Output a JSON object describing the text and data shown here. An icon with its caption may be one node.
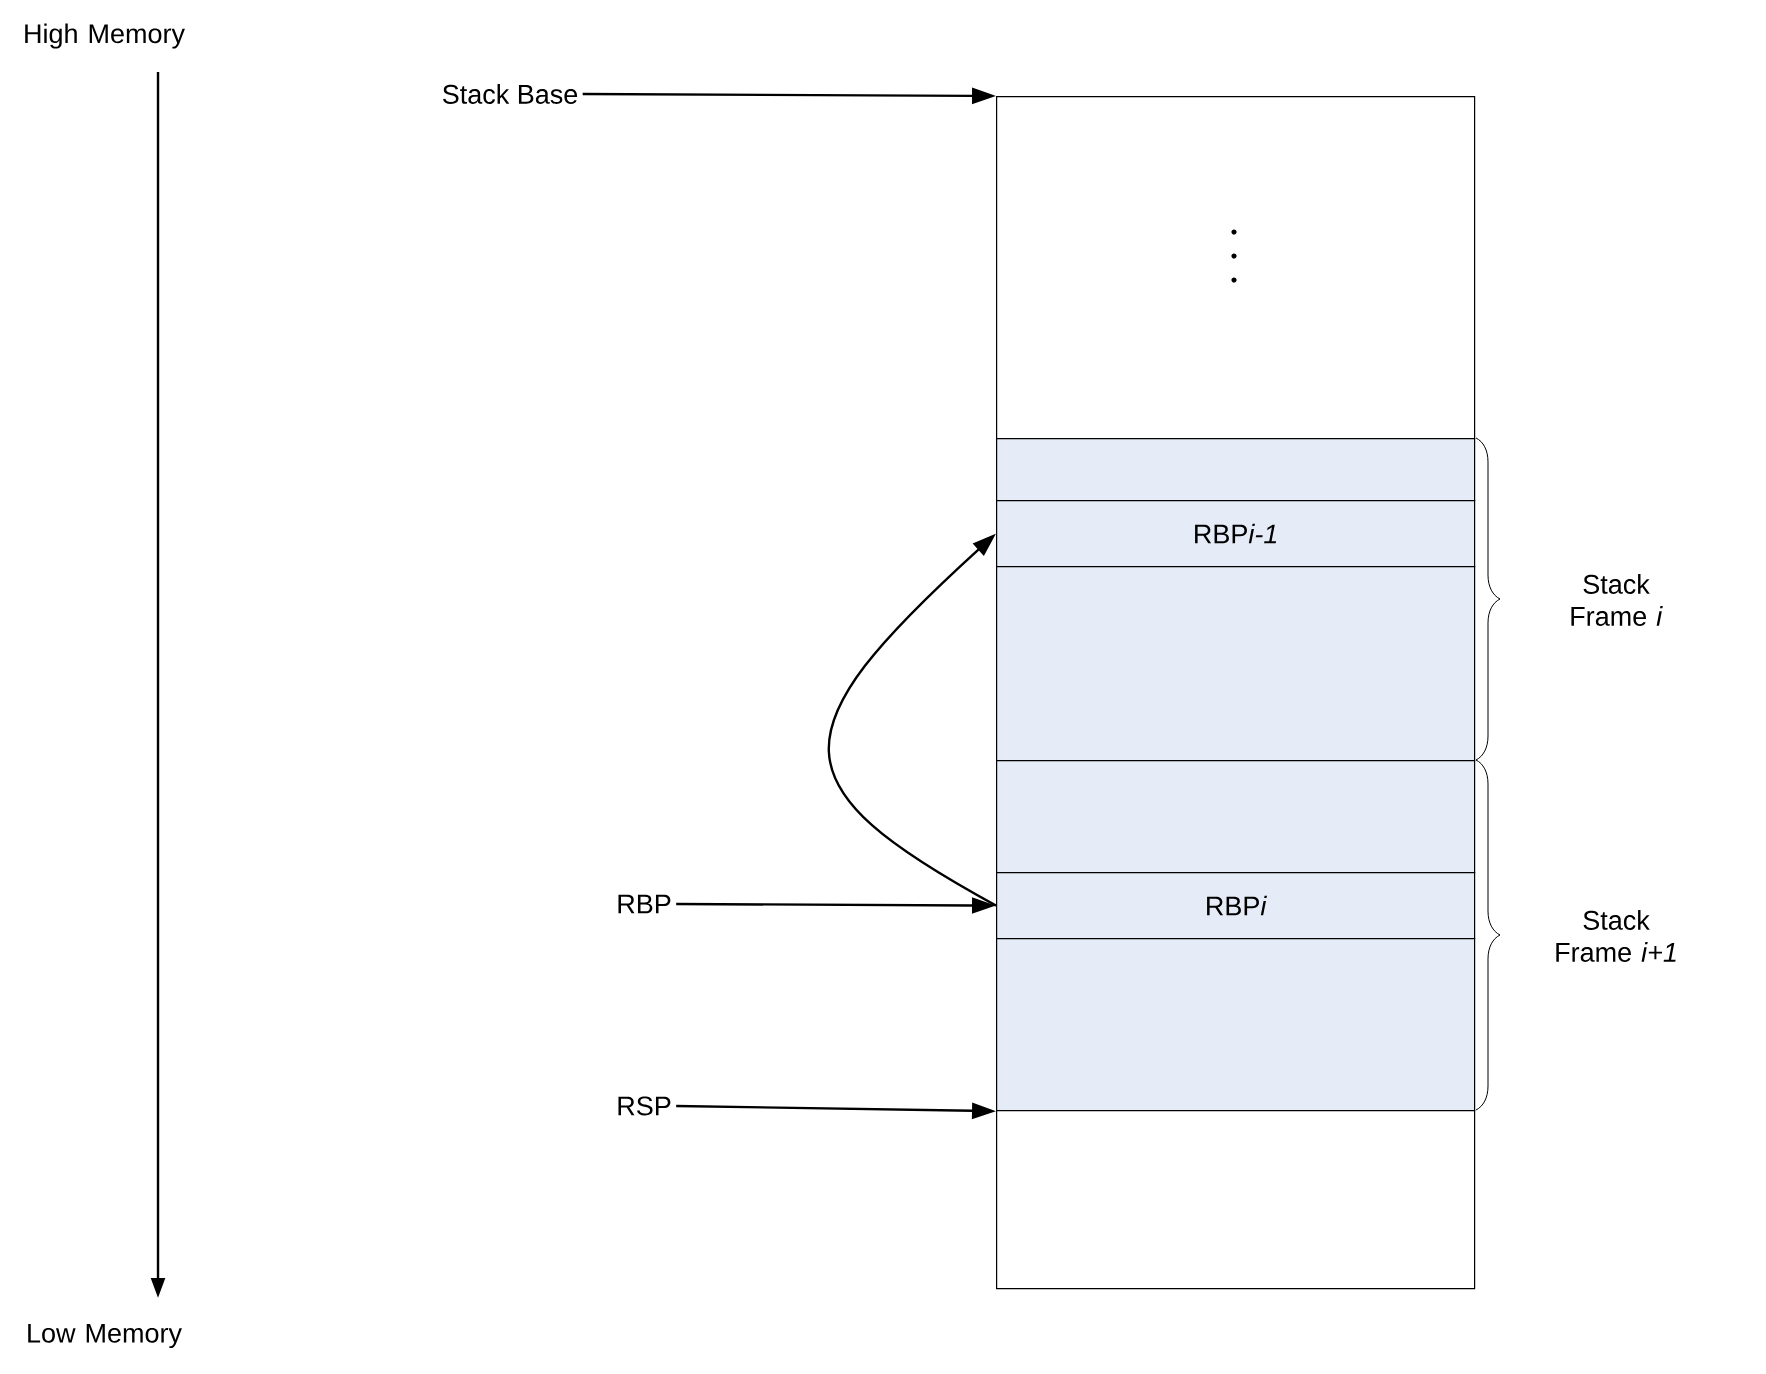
{
  "diagram": {
    "nodes": [
      {
        "text": [
          "Stack Base"
        ]
      },
      {
        "text": [],
        "shape": "box"
      },
      {
        "text": [],
        "shape": "box"
      },
      {
        "text": [
          "RBP",
          "i-1"
        ]
      },
      {
        "text": [],
        "shape": "box"
      },
      {
        "text": [],
        "shape": "box"
      },
      {
        "text": [
          "RBP",
          "i"
        ]
      },
      {
        "text": [],
        "shape": "box"
      },
      {
        "text": [],
        "shape": "box"
      },
      {
        "text": [
          "RBP"
        ]
      },
      {
        "text": [
          "RSP"
        ]
      }
    ],
    "edges": [
      {
        "from": 0,
        "to": 1,
        "arrow": "to"
      },
      {
        "from": 9,
        "to": 6,
        "arrow": "to"
      },
      {
        "from": 10,
        "to": 7,
        "arrow": "to"
      },
      {
        "from": 6,
        "to": 3,
        "arrow": "to"
      }
    ],
    "labels": [
      "High Memory",
      "Low Memory",
      "Stack Frame *i*",
      "Stack Frame *i+1*"
    ]
  }
}
